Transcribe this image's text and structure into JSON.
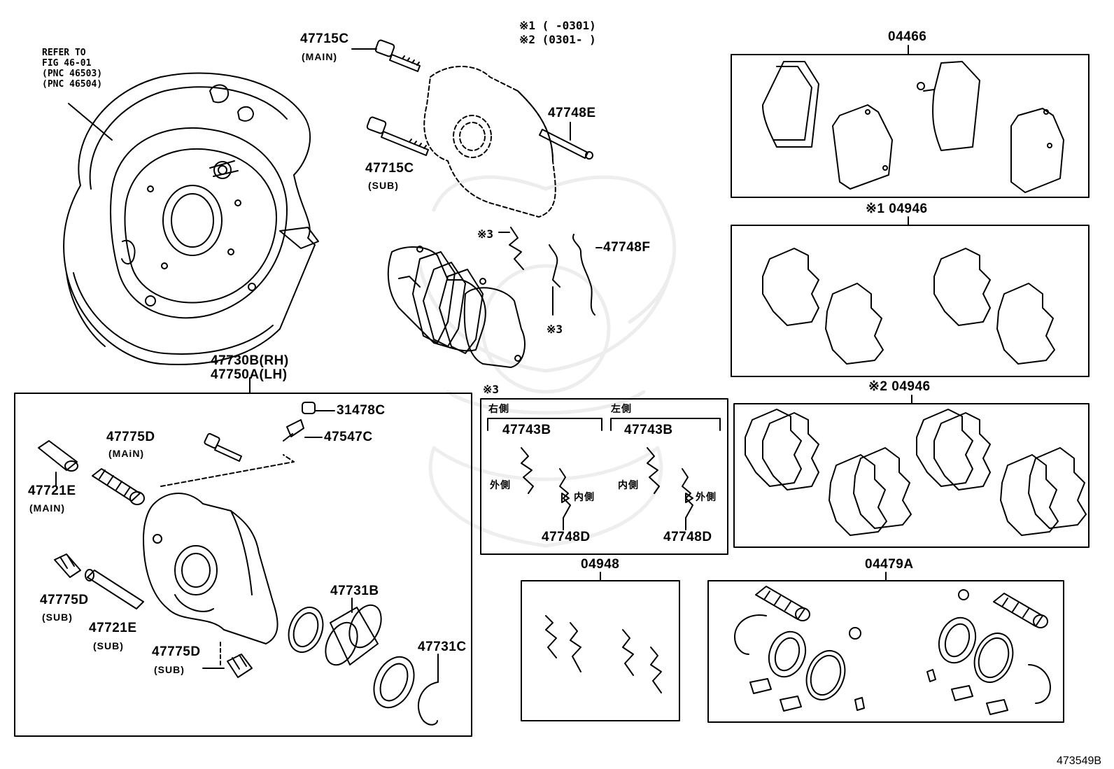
{
  "notes": {
    "n1": "※1 (     -0301)",
    "n2": "※2 (0301-     )",
    "n3": "※3"
  },
  "refer": {
    "line1": "REFER TO",
    "line2": "FIG 46-01",
    "line3": "(PNC 46503)",
    "line4": "(PNC 46504)"
  },
  "labels": {
    "p47715c_main": "47715C",
    "p47715c_main_sub": "(MAIN)",
    "p47715c_sub": "47715C",
    "p47715c_sub_sub": "(SUB)",
    "p47748e": "47748E",
    "p47748f": "47748F",
    "p3a": "※3",
    "p3b": "※3",
    "p47730b": "47730B(RH)",
    "p47750a": "47750A(LH)",
    "p31478c": "31478C",
    "p47547c": "47547C",
    "p47775d_main": "47775D",
    "p47775d_main_sub": "(MAiN)",
    "p47721e_main": "47721E",
    "p47721e_main_sub": "(MAIN)",
    "p47775d_sub": "47775D",
    "p47775d_sub_sub": "(SUB)",
    "p47721e_sub": "47721E",
    "p47721e_sub_sub": "(SUB)",
    "p47775d_sub2": "47775D",
    "p47775d_sub2_sub": "(SUB)",
    "p47731b": "47731B",
    "p47731c": "47731C",
    "k04466": "04466",
    "k04946_1": "※1 04946",
    "k04946_2": "※2 04946",
    "k04948": "04948",
    "k04479a": "04479A",
    "s3_title": "※3",
    "s3_right": "右側",
    "s3_left": "左側",
    "s3_47743b_r": "47743B",
    "s3_47743b_l": "47743B",
    "s3_outer_r": "外側",
    "s3_inner_r": "内側",
    "s3_inner_l": "内側",
    "s3_outer_l": "外側",
    "s3_47748d_r": "47748D",
    "s3_47748d_l": "47748D"
  },
  "footer": {
    "code": "473549B"
  }
}
